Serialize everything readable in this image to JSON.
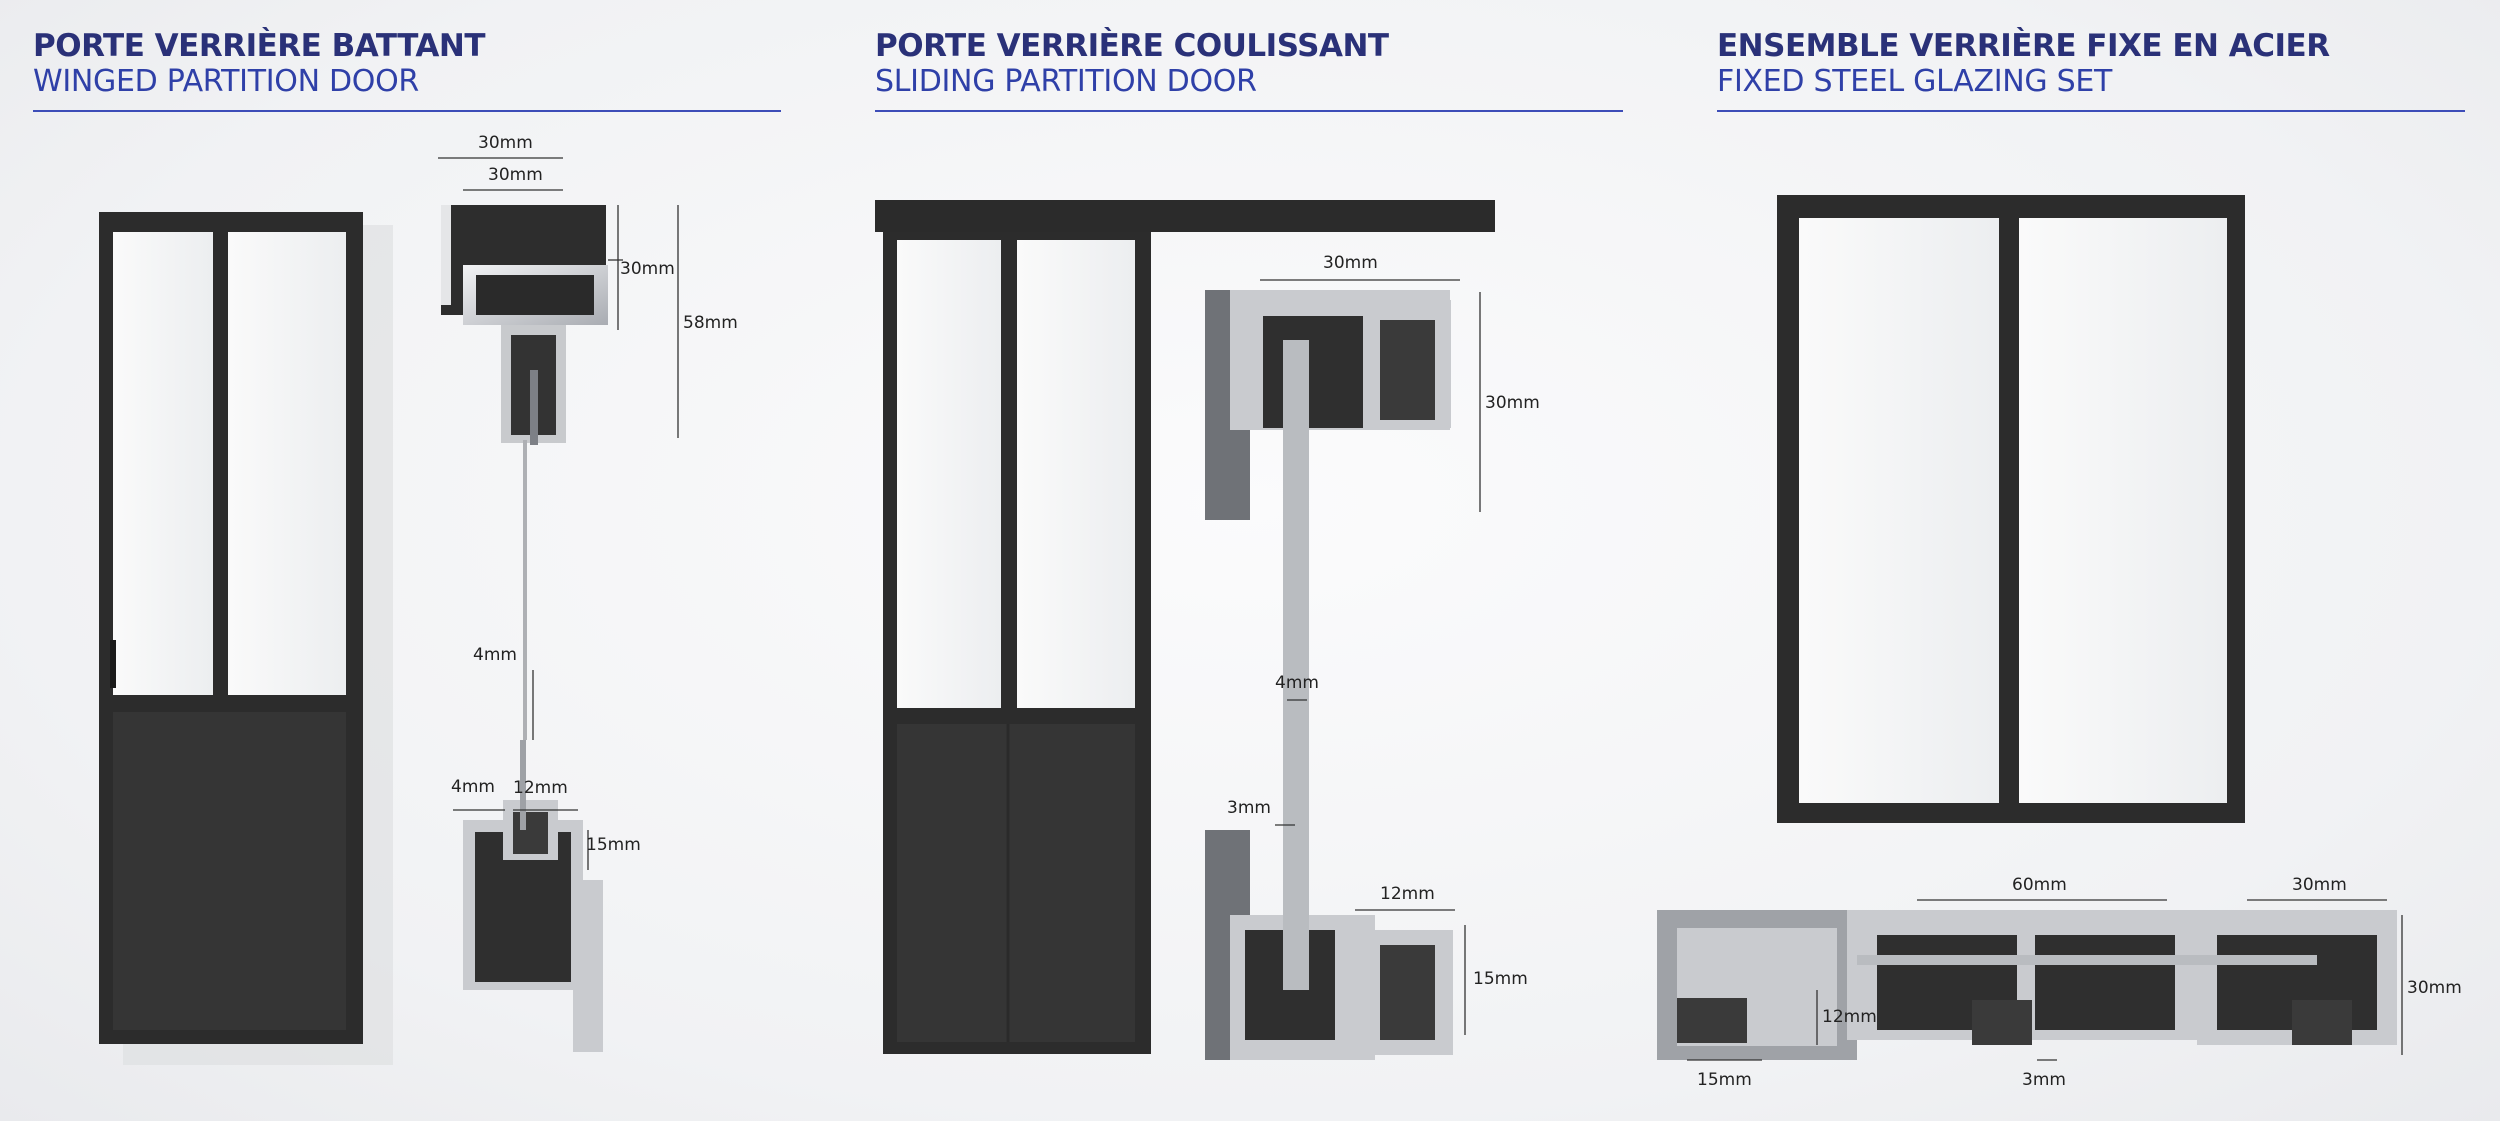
{
  "panels": [
    {
      "title_fr": "PORTE VERRIÈRE BATTANT",
      "title_en": "WINGED PARTITION DOOR",
      "dims": {
        "d1": "30mm",
        "d2": "30mm",
        "d3": "30mm",
        "d4": "58mm",
        "d5": "4mm",
        "d6": "4mm",
        "d7": "12mm",
        "d8": "15mm"
      }
    },
    {
      "title_fr": "PORTE VERRIÈRE COULISSANT",
      "title_en": "SLIDING PARTITION DOOR",
      "dims": {
        "d1": "30mm",
        "d2": "30mm",
        "d3": "4mm",
        "d4": "3mm",
        "d5": "12mm",
        "d6": "15mm"
      }
    },
    {
      "title_fr": "ENSEMBLE VERRIÈRE FIXE EN ACIER",
      "title_en": "FIXED STEEL GLAZING SET",
      "dims": {
        "d1": "60mm",
        "d2": "30mm",
        "d3": "30mm",
        "d4": "12mm",
        "d5": "15mm",
        "d6": "3mm"
      }
    }
  ],
  "colors": {
    "title_fr": "#2a3178",
    "title_en": "#2f40a8",
    "rule": "#3d4db8",
    "frame": "#2c2c2c",
    "panel": "#333333",
    "aluminium": "#c9cbcf"
  }
}
